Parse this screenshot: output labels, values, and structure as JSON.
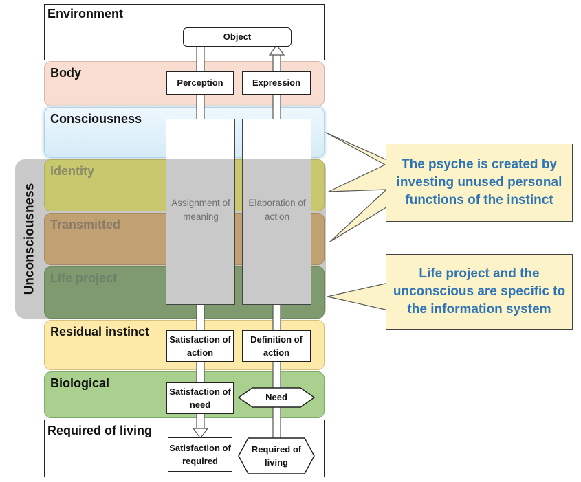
{
  "layers": {
    "environment": "Environment",
    "body": "Body",
    "consciousness": "Consciousness",
    "identity": "Identity",
    "transmitted": "Transmitted",
    "life_project": "Life project",
    "residual_instinct": "Residual instinct",
    "biological": "Biological",
    "required_of_living": "Required of living"
  },
  "unconsciousness_label": "Unconsciousness",
  "boxes": {
    "object": "Object",
    "perception": "Perception",
    "expression": "Expression",
    "assignment_of_meaning": "Assignment of meaning",
    "elaboration_of_action": "Elaboration of action",
    "satisfaction_of_action": "Satisfaction of action",
    "definition_of_action": "Definition of action",
    "satisfaction_of_need": "Satisfaction of need",
    "need": "Need",
    "satisfaction_of_required": "Satisfaction of required",
    "required_of_living_box": "Required of living"
  },
  "callouts": {
    "psyche": "The psyche is created by investing unused personal functions of the instinct",
    "life_project": "Life project and the unconscious are specific to the information system"
  },
  "colors": {
    "body_fill": "#f8ddd0",
    "consciousness_fill": "#e3f3fb",
    "identity_fill": "#c8c86e",
    "transmitted_fill": "#bfa172",
    "life_project_fill": "#7e9a6e",
    "residual_instinct_fill": "#fde9a8",
    "biological_fill": "#a9d08e",
    "callout_fill": "#fdf3c8",
    "callout_text": "#2e74b5",
    "unconsciousness_fill": "#c9c9c9"
  }
}
